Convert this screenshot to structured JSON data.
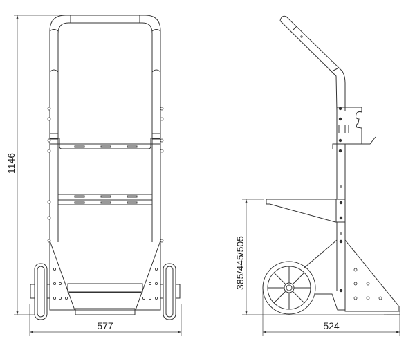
{
  "drawing": {
    "front_view": {
      "height_dimension": "1146",
      "width_dimension": "577"
    },
    "side_view": {
      "height_dimension": "385/445/505",
      "width_dimension": "524"
    },
    "line_color": "#333333"
  }
}
